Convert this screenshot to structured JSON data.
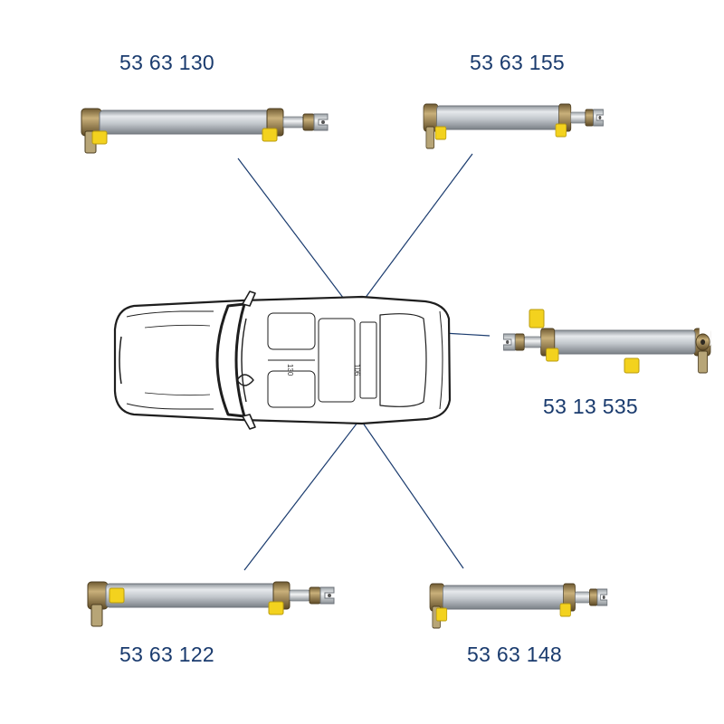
{
  "parts": [
    {
      "id": "top-left",
      "number": "53 63 130"
    },
    {
      "id": "top-right",
      "number": "53 63 155"
    },
    {
      "id": "right",
      "number": "53 13 535"
    },
    {
      "id": "bottom-left",
      "number": "53 63 122"
    },
    {
      "id": "bottom-right",
      "number": "53 63 148"
    }
  ],
  "colors": {
    "part_number_text": "#1a3b6e",
    "leader_line": "#1a3b6e",
    "cylinder_body": "#c3c8cd",
    "brass_fitting": "#a98f57",
    "yellow_cap": "#f3d21e",
    "car_outline": "#1e1e1e"
  },
  "car": {
    "seat_labels": [
      "130",
      "106"
    ]
  }
}
